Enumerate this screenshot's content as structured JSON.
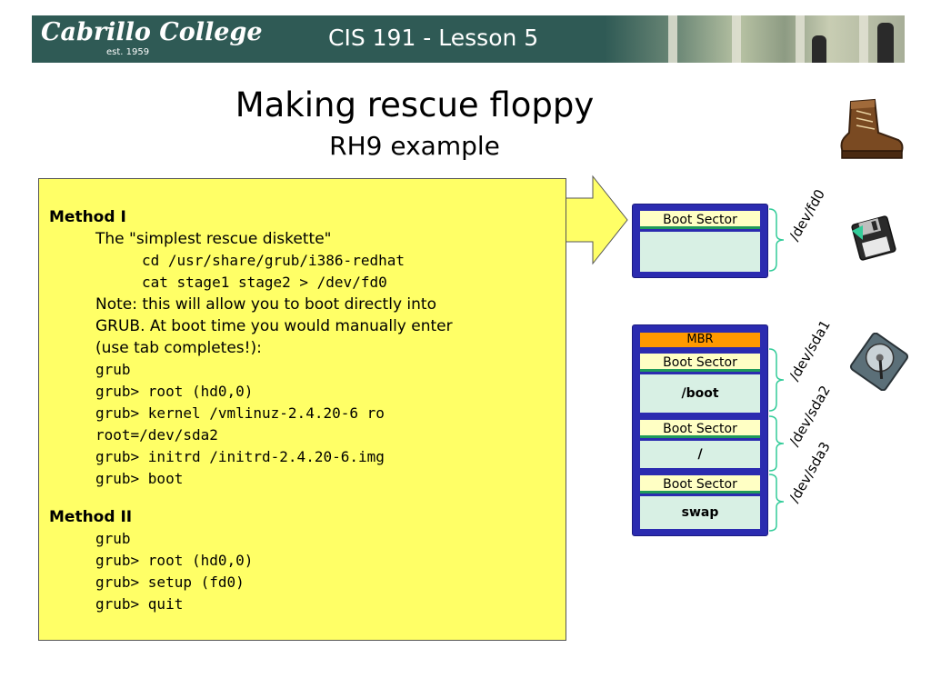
{
  "header": {
    "logo_text": "Cabrillo College",
    "logo_year": "est. 1959",
    "lesson": "CIS 191 - Lesson 5"
  },
  "title": "Making rescue floppy",
  "subtitle": "RH9 example",
  "method_box": {
    "lines": [
      "Method I",
      "The \"simplest rescue diskette\"",
      "cd /usr/share/grub/i386-redhat",
      "cat stage1 stage2 > /dev/fd0",
      "Note: this will allow you to boot directly into",
      "GRUB.  At boot time you would manually enter",
      "(use tab completes!):",
      "grub",
      "grub> root (hd0,0)",
      "grub> kernel /vmlinuz-2.4.20-6 ro",
      "root=/dev/sda2",
      "grub> initrd /initrd-2.4.20-6.img",
      "grub> boot",
      "Method II",
      "grub",
      "grub> root (hd0,0)",
      "grub> setup (fd0)",
      "grub> quit"
    ]
  },
  "floppy": {
    "boot_sector": "Boot Sector",
    "device": "/dev/fd0"
  },
  "hard_disk": {
    "mbr": "MBR",
    "partitions": [
      {
        "boot_sector": "Boot Sector",
        "label": "/boot",
        "device": "/dev/sda1"
      },
      {
        "boot_sector": "Boot Sector",
        "label": "/",
        "device": "/dev/sda2"
      },
      {
        "boot_sector": "Boot Sector",
        "label": "swap",
        "device": "/dev/sda3"
      }
    ]
  },
  "colors": {
    "banner": "#2f5a55",
    "method_box_fill": "#ffff66",
    "disk_frame": "#2b2bb0",
    "boot_sector_fill": "#ffffc4",
    "partition_fill": "#d8f0e4",
    "mbr_fill": "#ff9900",
    "bracket": "#33cc99"
  },
  "icons": [
    "boot-icon",
    "floppy-disk-icon",
    "hard-drive-icon",
    "arrow-right-icon"
  ]
}
